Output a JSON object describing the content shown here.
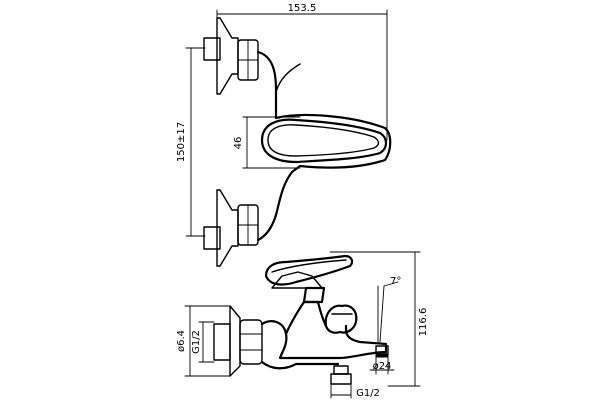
{
  "dimensions": {
    "overall_width": "153.5",
    "spacing": "150±17",
    "lever_height": "46",
    "total_height": "116.6",
    "angle": "7°",
    "outlet_diameter": "ø24",
    "inlet_diameter": "ø6.4",
    "inlet_thread": "G1/2",
    "shower_thread": "G1/2"
  }
}
